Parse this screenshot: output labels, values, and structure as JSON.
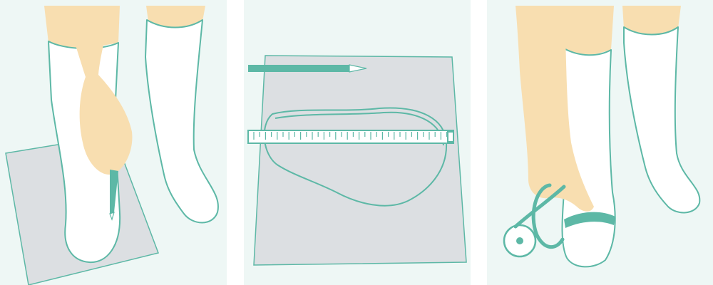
{
  "illustration": {
    "panels": [
      {
        "content": "trace-foot-outline"
      },
      {
        "content": "measure-tracing-length"
      },
      {
        "content": "measure-foot-circumference"
      }
    ]
  },
  "colors": {
    "panel_bg": "#eef7f5",
    "paper": "#dcdfe2",
    "outline": "#5db8a6",
    "tape": "#5db8a6",
    "skin": "#f8deb0",
    "sock": "#ffffff"
  }
}
